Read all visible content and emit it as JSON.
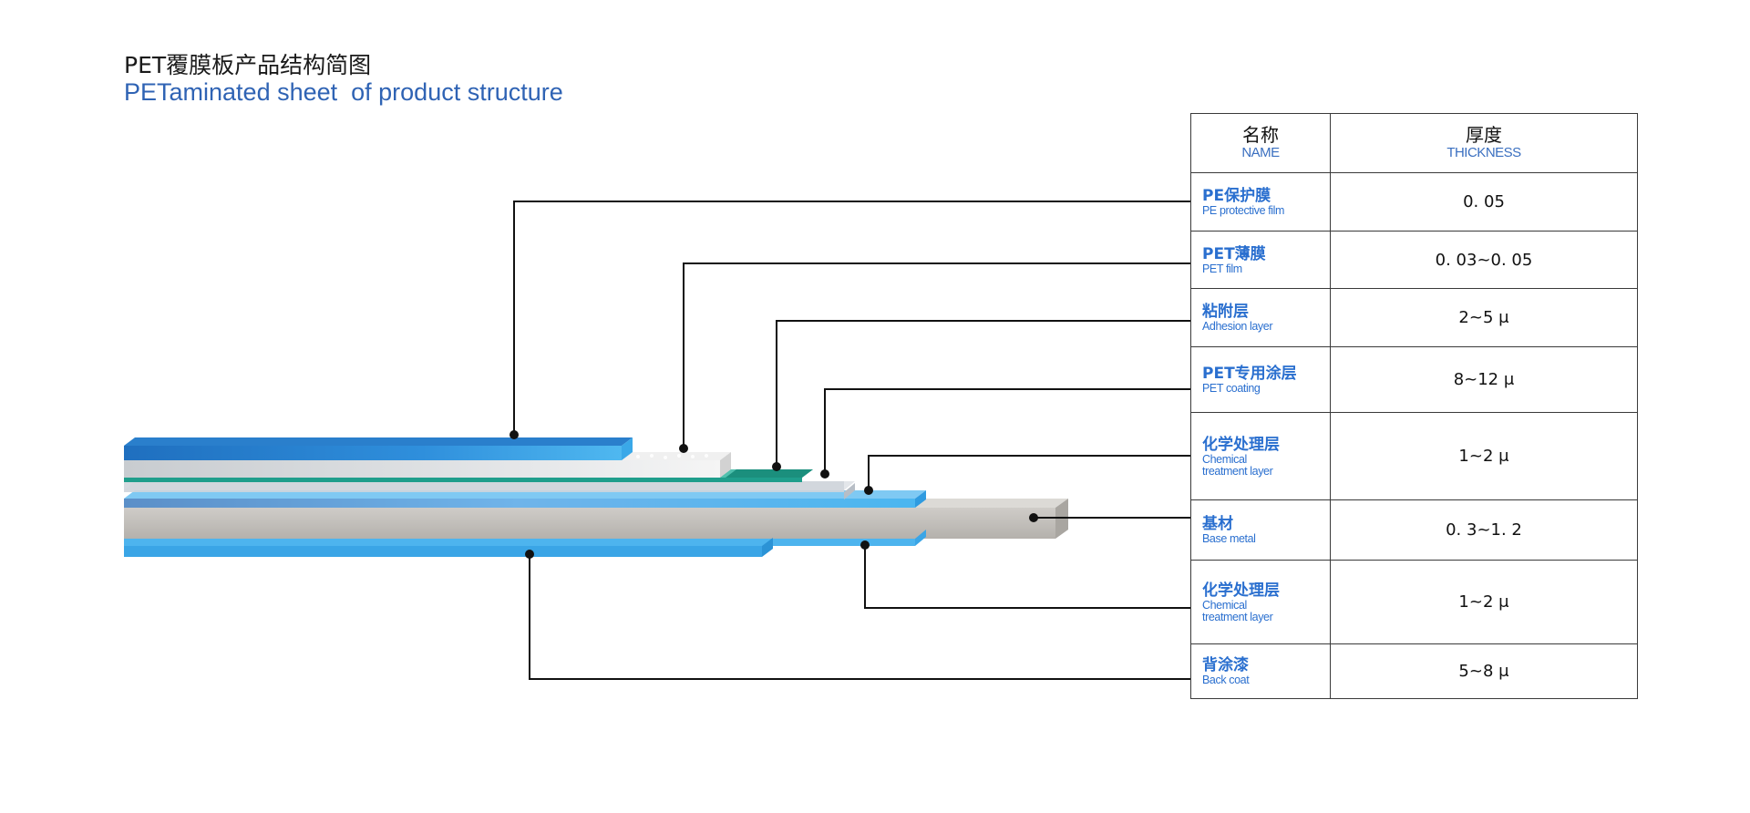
{
  "title_cn": "PET覆膜板产品结构简图",
  "title_en": "PETaminated sheet  of product structure",
  "table": {
    "header": {
      "name_cn": "名称",
      "name_en": "NAME",
      "thickness_cn": "厚度",
      "thickness_en": "THICKNESS"
    },
    "rows": [
      {
        "name_cn": "PE保护膜",
        "name_en": "PE protective film",
        "thickness": "0. 05"
      },
      {
        "name_cn": "PET薄膜",
        "name_en": "PET film",
        "thickness": "0. 03~0. 05"
      },
      {
        "name_cn": "粘附层",
        "name_en": "Adhesion layer",
        "thickness": "2~5 μ"
      },
      {
        "name_cn": "PET专用涂层",
        "name_en": "PET coating",
        "thickness": "8~12 μ"
      },
      {
        "name_cn": "化学处理层",
        "name_en": "Chemical treatment layer",
        "thickness": "1~2 μ"
      },
      {
        "name_cn": "基材",
        "name_en": "Base metal",
        "thickness": "0. 3~1. 2"
      },
      {
        "name_cn": "化学处理层",
        "name_en": "Chemical treatment layer",
        "thickness": "1~2 μ"
      },
      {
        "name_cn": "背涂漆",
        "name_en": "Back coat",
        "thickness": "5~8 μ"
      }
    ]
  },
  "colors": {
    "title_blue": "#2f63b4",
    "label_blue": "#2a6fcf",
    "pe_film": "#3a9fe0",
    "pet_film": "#dcdcdc",
    "adhesion": "#1f9e8c",
    "pet_coating": "#c8d0da",
    "chem_layer": "#4db4ee",
    "base_metal": "#bdbab5",
    "back_coat": "#3aa5e6",
    "leader_line": "#111111"
  }
}
